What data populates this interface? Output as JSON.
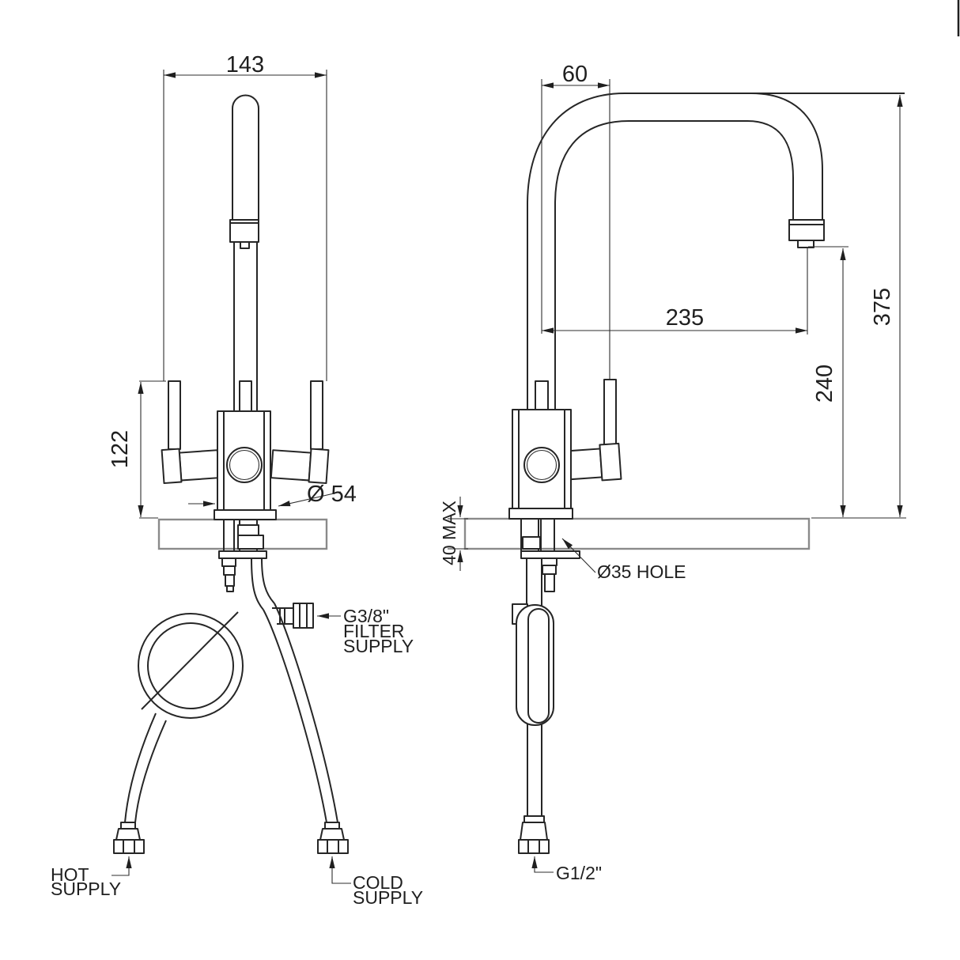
{
  "drawing_title": "Tap installation technical drawing",
  "colors": {
    "line": "#262626",
    "counter": "#8a8a8a",
    "background": "#ffffff",
    "text": "#1f1f1f"
  },
  "front_view": {
    "dim_overall_width": "143",
    "dim_handle_height": "122",
    "dim_body_diameter": "Ø 54",
    "label_filter_supply": [
      "G3/8\"",
      "FILTER",
      "SUPPLY"
    ],
    "label_hot_supply": [
      "HOT",
      "SUPPLY"
    ],
    "label_cold_supply": [
      "COLD",
      "SUPPLY"
    ]
  },
  "side_view": {
    "dim_spout_offset": "60",
    "dim_spout_reach": "235",
    "dim_outlet_height": "240",
    "dim_overall_height": "375",
    "dim_deck_thickness": "40 MAX",
    "label_hole": "Ø35 HOLE",
    "label_supply_thread": "G1/2\""
  }
}
